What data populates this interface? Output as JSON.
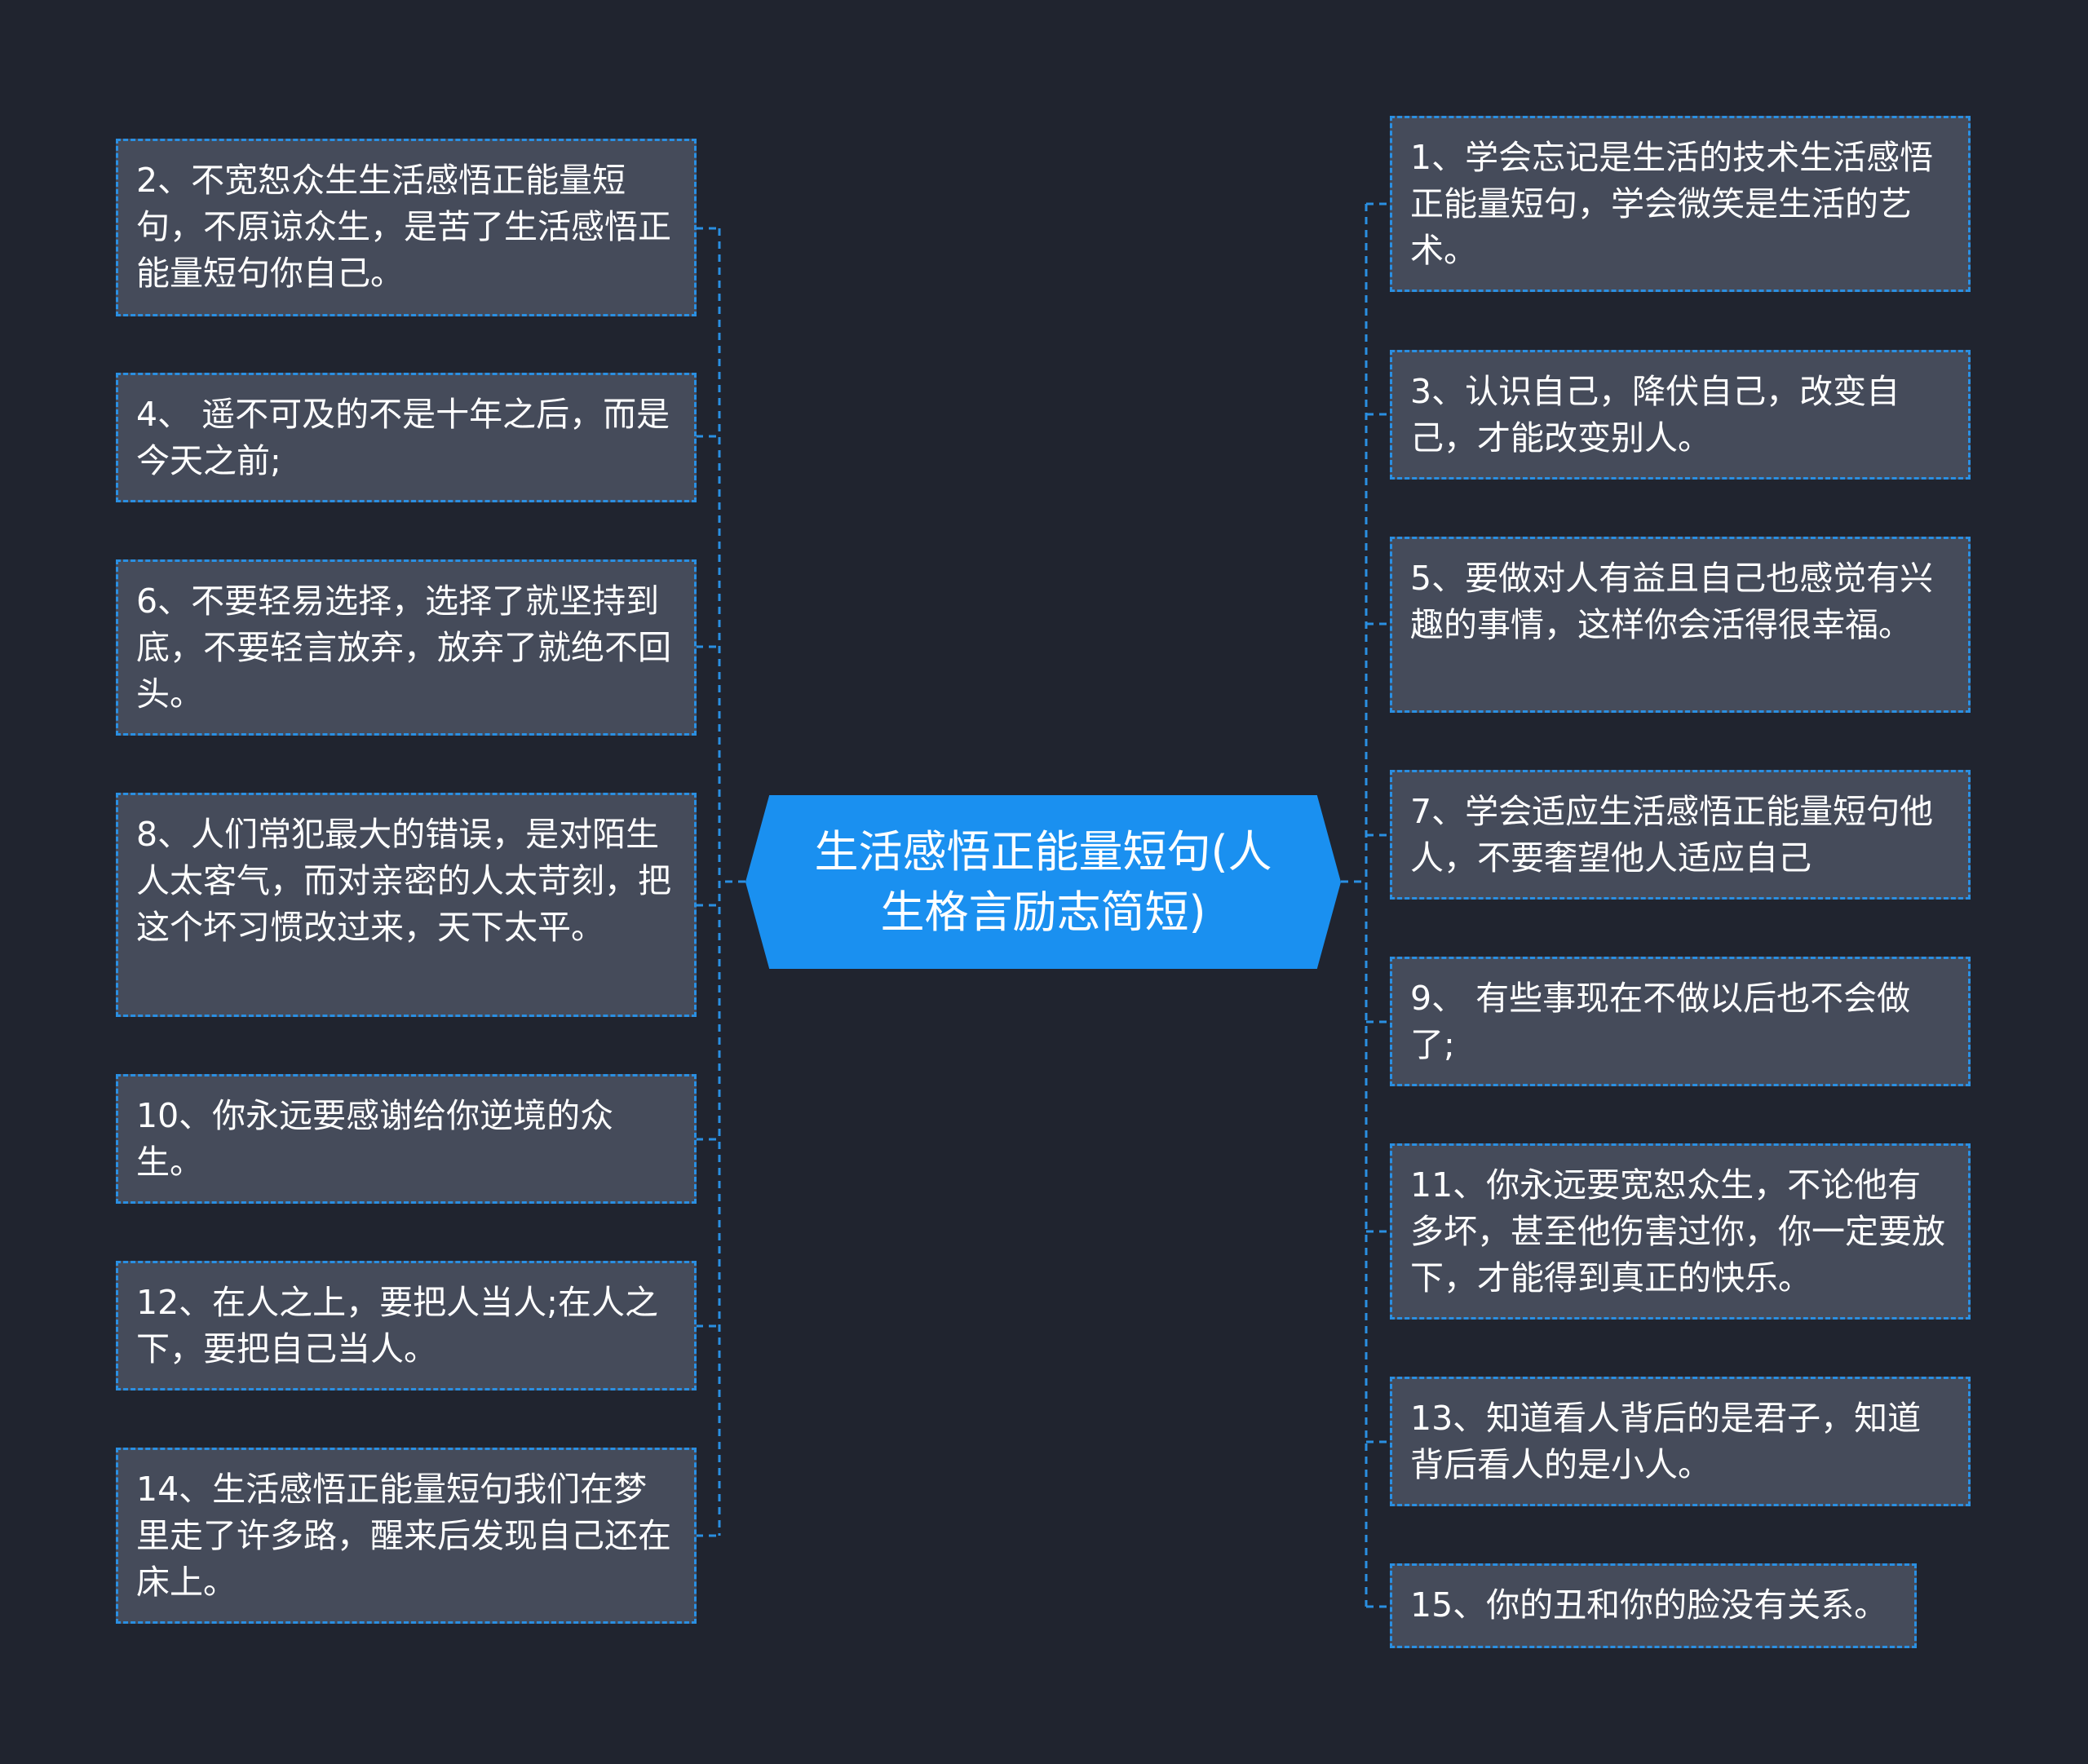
{
  "root": {
    "title": "生活感悟正能量短句(人生格言励志简短)"
  },
  "left_branches": [
    {
      "text": "2、不宽恕众生生活感悟正能量短句，不原谅众生，是苦了生活感悟正能量短句你自己。"
    },
    {
      "text": "4、 遥不可及的不是十年之后，而是今天之前;"
    },
    {
      "text": "6、不要轻易选择，选择了就坚持到底，不要轻言放弃，放弃了就绝不回头。"
    },
    {
      "text": "8、人们常犯最大的错误，是对陌生人太客气，而对亲密的人太苛刻，把这个坏习惯改过来，天下太平。"
    },
    {
      "text": "10、你永远要感谢给你逆境的众生。"
    },
    {
      "text": "12、在人之上，要把人当人;在人之下，要把自己当人。"
    },
    {
      "text": "14、生活感悟正能量短句我们在梦里走了许多路，醒来后发现自己还在床上。"
    }
  ],
  "right_branches": [
    {
      "text": "1、学会忘记是生活的技术生活感悟正能量短句，学会微笑是生活的艺术。"
    },
    {
      "text": "3、认识自己，降伏自己，改变自己，才能改变别人。"
    },
    {
      "text": "5、要做对人有益且自己也感觉有兴趣的事情，这样你会活得很幸福。"
    },
    {
      "text": "7、学会适应生活感悟正能量短句他人，不要奢望他人适应自己"
    },
    {
      "text": "9、 有些事现在不做以后也不会做了;"
    },
    {
      "text": "11、你永远要宽恕众生，不论他有多坏，甚至他伤害过你，你一定要放下，才能得到真正的快乐。"
    },
    {
      "text": "13、知道看人背后的是君子，知道背后看人的是小人。"
    },
    {
      "text": "15、你的丑和你的脸没有关系。"
    }
  ],
  "colors": {
    "background": "#20242f",
    "node_fill": "#454b5a",
    "connector": "#2a8fe2",
    "center_fill": "#1a90f0"
  }
}
